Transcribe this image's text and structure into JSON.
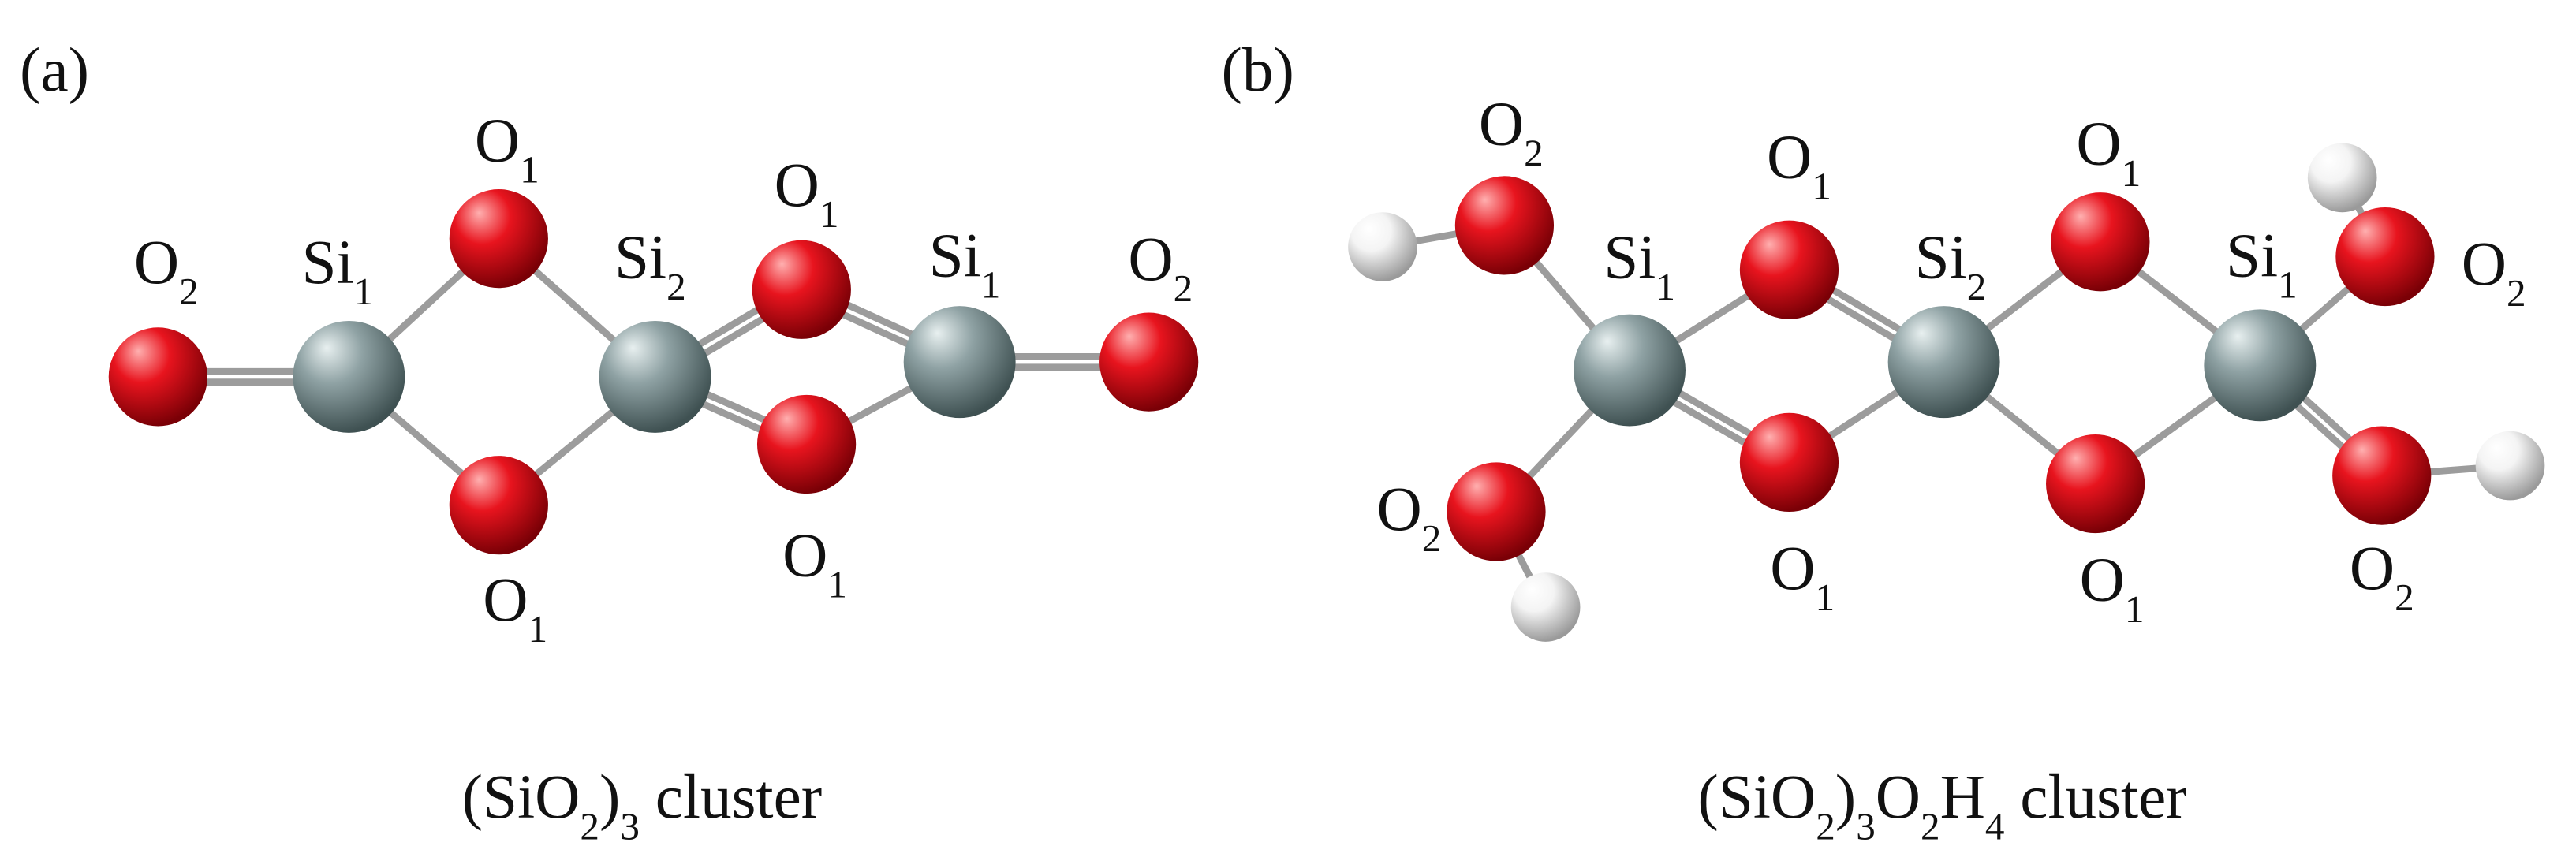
{
  "colors": {
    "oxygen": "#e8141e",
    "oxygen_dark": "#7a0006",
    "silicon": "#8fa2a4",
    "silicon_dark": "#3f5152",
    "hydrogen": "#f4f4f4",
    "hydrogen_dark": "#9a9a9a",
    "bond": "#9c9c9c",
    "text": "#111111"
  },
  "panels": [
    {
      "tag": "(a)",
      "caption": [
        "(SiO",
        {
          "sub": "2"
        },
        ")",
        {
          "sub": "3"
        },
        " cluster"
      ],
      "atoms": [
        {
          "id": "O2L",
          "el": "O"
        },
        {
          "id": "Si1L",
          "el": "Si"
        },
        {
          "id": "O1TL",
          "el": "O"
        },
        {
          "id": "O1BL",
          "el": "O"
        },
        {
          "id": "Si2",
          "el": "Si"
        },
        {
          "id": "O1TR",
          "el": "O"
        },
        {
          "id": "O1BR",
          "el": "O"
        },
        {
          "id": "Si1R",
          "el": "Si"
        },
        {
          "id": "O2R",
          "el": "O"
        }
      ],
      "bonds": [
        [
          "O2L",
          "Si1L",
          2
        ],
        [
          "Si1L",
          "O1TL",
          1
        ],
        [
          "Si1L",
          "O1BL",
          1
        ],
        [
          "O1TL",
          "Si2",
          1
        ],
        [
          "O1BL",
          "Si2",
          1
        ],
        [
          "Si2",
          "O1TR",
          2
        ],
        [
          "Si2",
          "O1BR",
          2
        ],
        [
          "O1TR",
          "Si1R",
          2
        ],
        [
          "O1BR",
          "Si1R",
          1
        ],
        [
          "Si1R",
          "O2R",
          2
        ]
      ],
      "labels": [
        {
          "text": [
            "O",
            {
              "sub": "2"
            }
          ]
        },
        {
          "text": [
            "Si",
            {
              "sub": "1"
            }
          ]
        },
        {
          "text": [
            "O",
            {
              "sub": "1"
            }
          ]
        },
        {
          "text": [
            "Si",
            {
              "sub": "2"
            }
          ]
        },
        {
          "text": [
            "O",
            {
              "sub": "1"
            }
          ]
        },
        {
          "text": [
            "Si",
            {
              "sub": "1"
            }
          ]
        },
        {
          "text": [
            "O",
            {
              "sub": "2"
            }
          ]
        },
        {
          "text": [
            "O",
            {
              "sub": "1"
            }
          ]
        },
        {
          "text": [
            "O",
            {
              "sub": "1"
            }
          ]
        }
      ]
    },
    {
      "tag": "(b)",
      "caption": [
        "(SiO",
        {
          "sub": "2"
        },
        ")",
        {
          "sub": "3"
        },
        "O",
        {
          "sub": "2"
        },
        "H",
        {
          "sub": "4"
        },
        " cluster"
      ],
      "atoms": [
        {
          "id": "H_tl",
          "el": "H"
        },
        {
          "id": "O2_tl",
          "el": "O"
        },
        {
          "id": "O2_bl",
          "el": "O"
        },
        {
          "id": "H_bl",
          "el": "H"
        },
        {
          "id": "Si1L",
          "el": "Si"
        },
        {
          "id": "O1TL",
          "el": "O"
        },
        {
          "id": "O1BL",
          "el": "O"
        },
        {
          "id": "Si2",
          "el": "Si"
        },
        {
          "id": "O1TR",
          "el": "O"
        },
        {
          "id": "O1BR",
          "el": "O"
        },
        {
          "id": "Si1R",
          "el": "Si"
        },
        {
          "id": "H_tr",
          "el": "H"
        },
        {
          "id": "O2_tr",
          "el": "O"
        },
        {
          "id": "O2_br",
          "el": "O"
        },
        {
          "id": "H_br",
          "el": "H"
        }
      ],
      "bonds": [
        [
          "H_tl",
          "O2_tl",
          1
        ],
        [
          "O2_tl",
          "Si1L",
          1
        ],
        [
          "Si1L",
          "O2_bl",
          1
        ],
        [
          "O2_bl",
          "H_bl",
          1
        ],
        [
          "Si1L",
          "O1TL",
          1
        ],
        [
          "Si1L",
          "O1BL",
          2
        ],
        [
          "O1TL",
          "Si2",
          2
        ],
        [
          "O1BL",
          "Si2",
          1
        ],
        [
          "Si2",
          "O1TR",
          1
        ],
        [
          "Si2",
          "O1BR",
          1
        ],
        [
          "O1TR",
          "Si1R",
          1
        ],
        [
          "O1BR",
          "Si1R",
          1
        ],
        [
          "Si1R",
          "O2_tr",
          1
        ],
        [
          "O2_tr",
          "H_tr",
          1
        ],
        [
          "Si1R",
          "O2_br",
          2
        ],
        [
          "O2_br",
          "H_br",
          1
        ]
      ],
      "labels": [
        {
          "text": [
            "O",
            {
              "sub": "2"
            }
          ]
        },
        {
          "text": [
            "Si",
            {
              "sub": "1"
            }
          ]
        },
        {
          "text": [
            "O",
            {
              "sub": "1"
            }
          ]
        },
        {
          "text": [
            "Si",
            {
              "sub": "2"
            }
          ]
        },
        {
          "text": [
            "O",
            {
              "sub": "1"
            }
          ]
        },
        {
          "text": [
            "Si",
            {
              "sub": "1"
            }
          ]
        },
        {
          "text": [
            "O",
            {
              "sub": "2"
            }
          ]
        },
        {
          "text": [
            "O",
            {
              "sub": "2"
            }
          ]
        },
        {
          "text": [
            "O",
            {
              "sub": "1"
            }
          ]
        },
        {
          "text": [
            "O",
            {
              "sub": "1"
            }
          ]
        },
        {
          "text": [
            "O",
            {
              "sub": "2"
            }
          ]
        }
      ]
    }
  ]
}
